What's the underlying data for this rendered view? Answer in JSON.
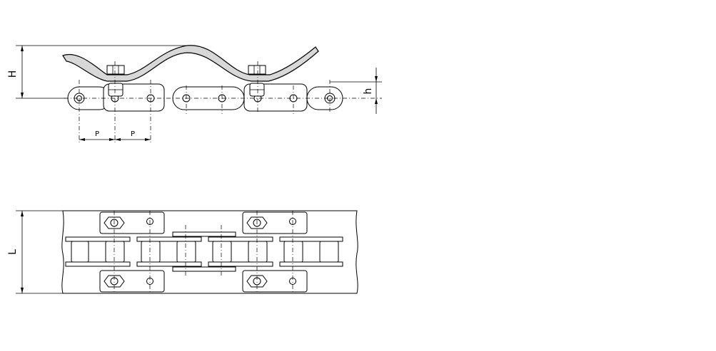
{
  "labels": {
    "height_H": "H",
    "height_h": "h",
    "pitch_1": "P",
    "pitch_2": "P",
    "width_L": "L"
  }
}
